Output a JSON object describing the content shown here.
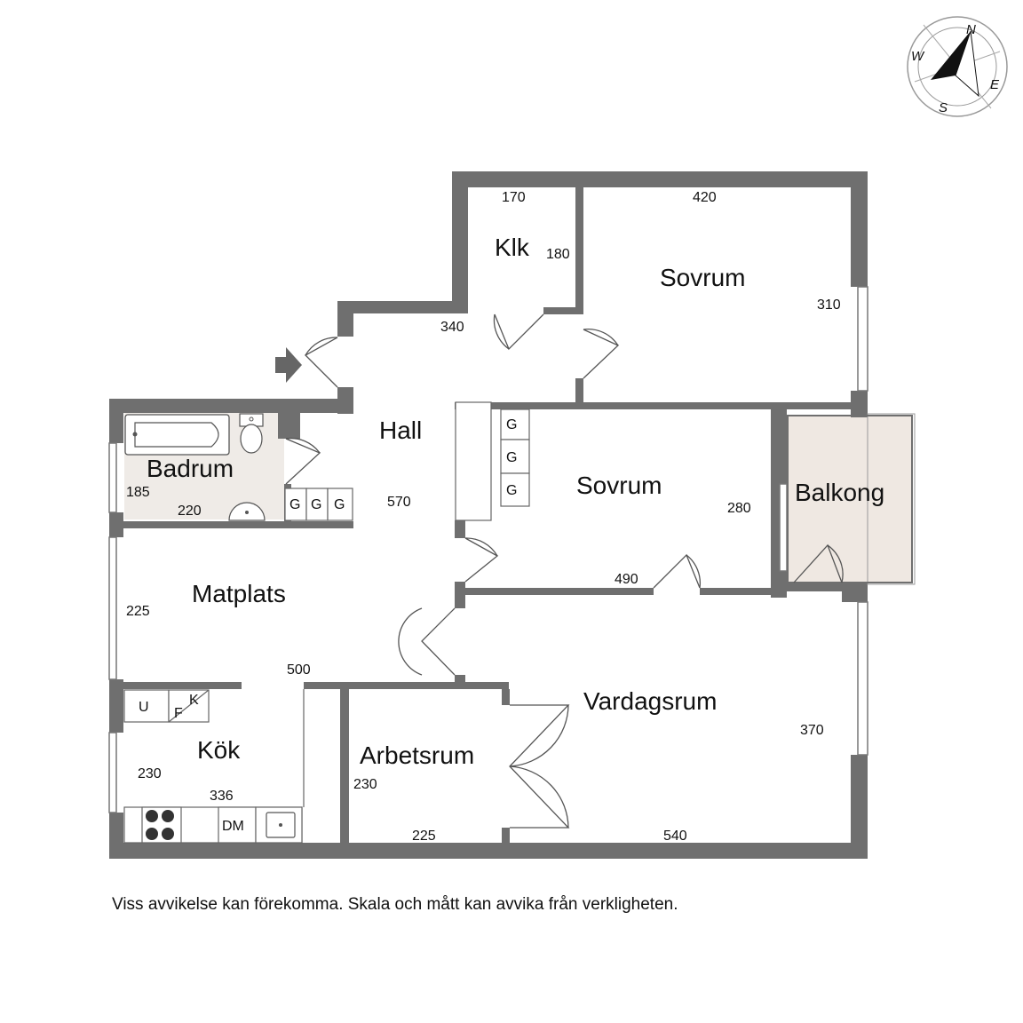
{
  "rooms": {
    "klk": "Klk",
    "sovrum_top": "Sovrum",
    "hall": "Hall",
    "badrum": "Badrum",
    "sovrum_mid": "Sovrum",
    "balkong": "Balkong",
    "matplats": "Matplats",
    "vardagsrum": "Vardagsrum",
    "kok": "Kök",
    "arbetsrum": "Arbetsrum"
  },
  "dimensions": {
    "klk_w": "170",
    "klk_h": "180",
    "sovrum_top_w": "420",
    "sovrum_top_h": "310",
    "hall_w": "340",
    "hall_h": "570",
    "badrum_h": "185",
    "badrum_w": "220",
    "sovrum_mid_h": "280",
    "sovrum_mid_w": "490",
    "matplats_h": "225",
    "matplats_w": "500",
    "kok_h": "230",
    "kok_w": "336",
    "arbetsrum_h": "230",
    "arbetsrum_w": "225",
    "vardagsrum_h": "370",
    "vardagsrum_w": "540"
  },
  "fixtures": {
    "wardrobe": "G",
    "fridge": "U",
    "freezer": "F",
    "fridge_k": "K",
    "dishwasher": "DM"
  },
  "compass": {
    "n": "N",
    "e": "E",
    "s": "S",
    "w": "W"
  },
  "disclaimer": "Viss avvikelse kan förekomma. Skala och mått kan avvika från verkligheten."
}
